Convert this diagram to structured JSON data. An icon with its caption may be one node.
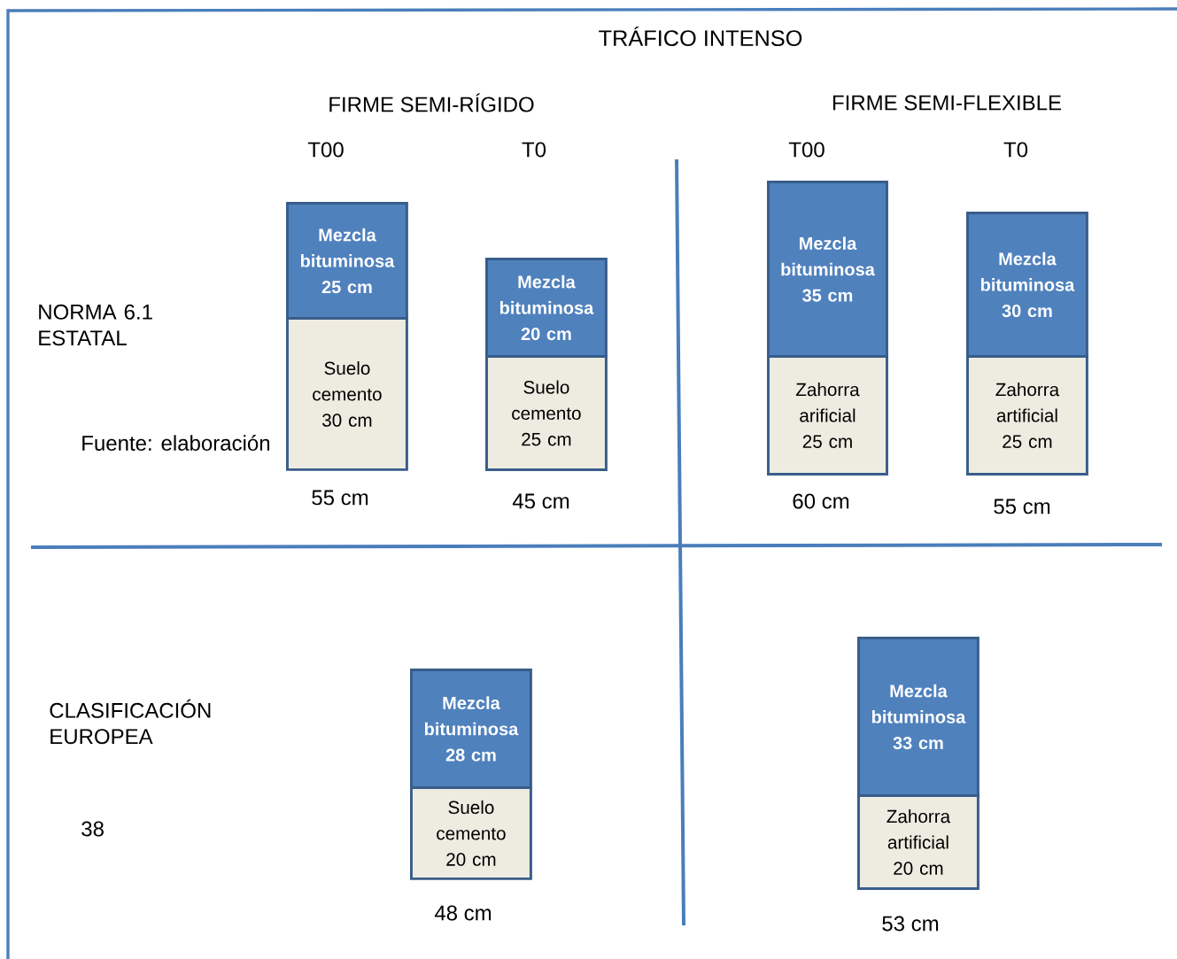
{
  "diagram": {
    "title": "TRÁFICO INTENSO",
    "nodes": [
      {
        "text": [
          "Mezcla bituminosa 25 cm"
        ]
      },
      {
        "text": [
          "Suelo cemento 30 cm"
        ],
        "beside": [
          "55 cm"
        ]
      },
      {
        "text": [
          "Mezcla bituminosa 20 cm"
        ]
      },
      {
        "text": [
          "Suelo cemento 25 cm"
        ],
        "beside": [
          "45 cm"
        ]
      },
      {
        "text": [
          "Mezcla bituminosa 35 cm"
        ]
      },
      {
        "text": [
          "Zahorra arificial 25 cm"
        ],
        "beside": [
          "60 cm"
        ]
      },
      {
        "text": [
          "Mezcla bituminosa 30 cm"
        ]
      },
      {
        "text": [
          "Zahorra artificial 25 cm"
        ],
        "beside": [
          "55 cm"
        ]
      },
      {
        "text": [
          "Mezcla bituminosa 28 cm"
        ]
      },
      {
        "text": [
          "Suelo cemento 20 cm"
        ],
        "beside": [
          "48 cm"
        ]
      },
      {
        "text": [
          "Mezcla bituminosa 33 cm"
        ]
      },
      {
        "text": [
          "Zahorra artificial 20 cm"
        ],
        "beside": [
          "53 cm"
        ]
      }
    ],
    "edges": [],
    "labels": [
      "FIRME SEMI-RÍGIDO",
      "FIRME SEMI-FLEXIBLE",
      "T00",
      "T0",
      "T00",
      "T0",
      "NORMA 6.1 ESTATAL",
      "Fuente: elaboración",
      "CLASIFICACIÓN EUROPEA",
      "38"
    ]
  }
}
